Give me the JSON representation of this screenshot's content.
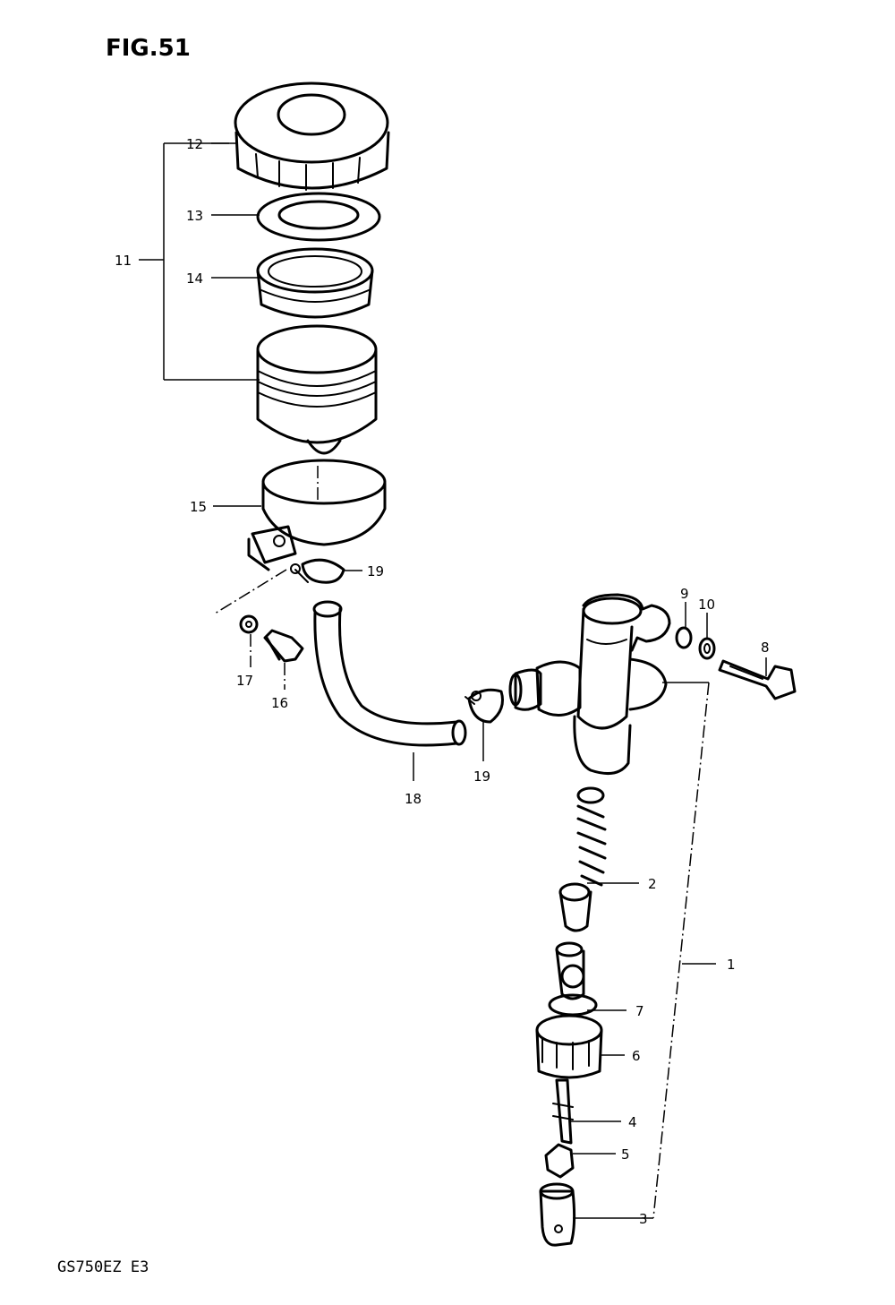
{
  "figure": {
    "title": "FIG.51",
    "model": "GS750EZ  E3"
  },
  "labels": {
    "p1": "1",
    "p2": "2",
    "p3": "3",
    "p4": "4",
    "p5": "5",
    "p6": "6",
    "p7": "7",
    "p8": "8",
    "p9": "9",
    "p10": "10",
    "p11": "11",
    "p12": "12",
    "p13": "13",
    "p14": "14",
    "p15": "15",
    "p16": "16",
    "p17": "17",
    "p18": "18",
    "p19a": "19",
    "p19b": "19"
  }
}
